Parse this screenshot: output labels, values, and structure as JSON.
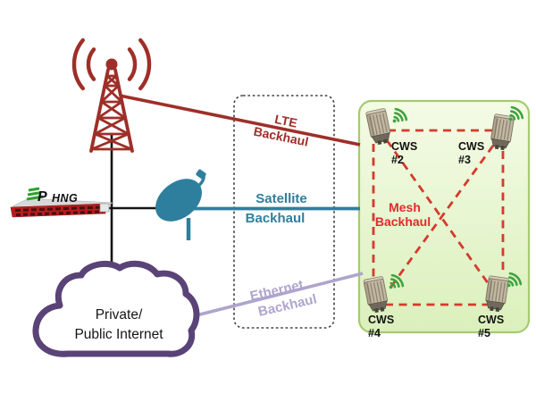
{
  "diagram": {
    "title_semantic": "HNG multi-backhaul mesh network diagram",
    "backhauls": {
      "lte": {
        "line1": "LTE",
        "line2": "Backhaul"
      },
      "satellite": {
        "line1": "Satellite",
        "line2": "Backhaul"
      },
      "ethernet": {
        "line1": "Ethernet",
        "line2": "Backhaul"
      },
      "mesh": {
        "line1": "Mesh",
        "line2": "Backhaul"
      }
    },
    "cloud": {
      "line1": "Private/",
      "line2": "Public Internet"
    },
    "server": {
      "logo": "P",
      "name": "HNG"
    },
    "cws_nodes": [
      {
        "name": "CWS",
        "number": "#2"
      },
      {
        "name": "CWS",
        "number": "#3"
      },
      {
        "name": "CWS",
        "number": "#4"
      },
      {
        "name": "CWS",
        "number": "#5"
      }
    ],
    "icons": {
      "cell-tower-icon": "lattice radio tower with signal arcs",
      "satellite-dish-icon": "parabolic dish antenna",
      "server-icon": "1U rack server",
      "cloud-icon": "internet cloud outline",
      "cws-radio-icon": "outdoor CWS radio unit",
      "wifi-signal-icon": "three green wireless arcs"
    },
    "colors": {
      "lte": "#9E2F28",
      "satellite": "#2E7F9D",
      "ethernet": "#AEA5CE",
      "cloud_border": "#5A4377",
      "black_line": "#141414",
      "mesh_line": "#D53A2C",
      "mesh_text": "#E02B2B",
      "green_box_border": "#A5CB70",
      "green_box_fill": "#E9F6CF",
      "wifi": "#3FA33F",
      "server_front": "#B51D1D",
      "logo_green": "#2EA12E",
      "cws_text": "#111111"
    }
  }
}
